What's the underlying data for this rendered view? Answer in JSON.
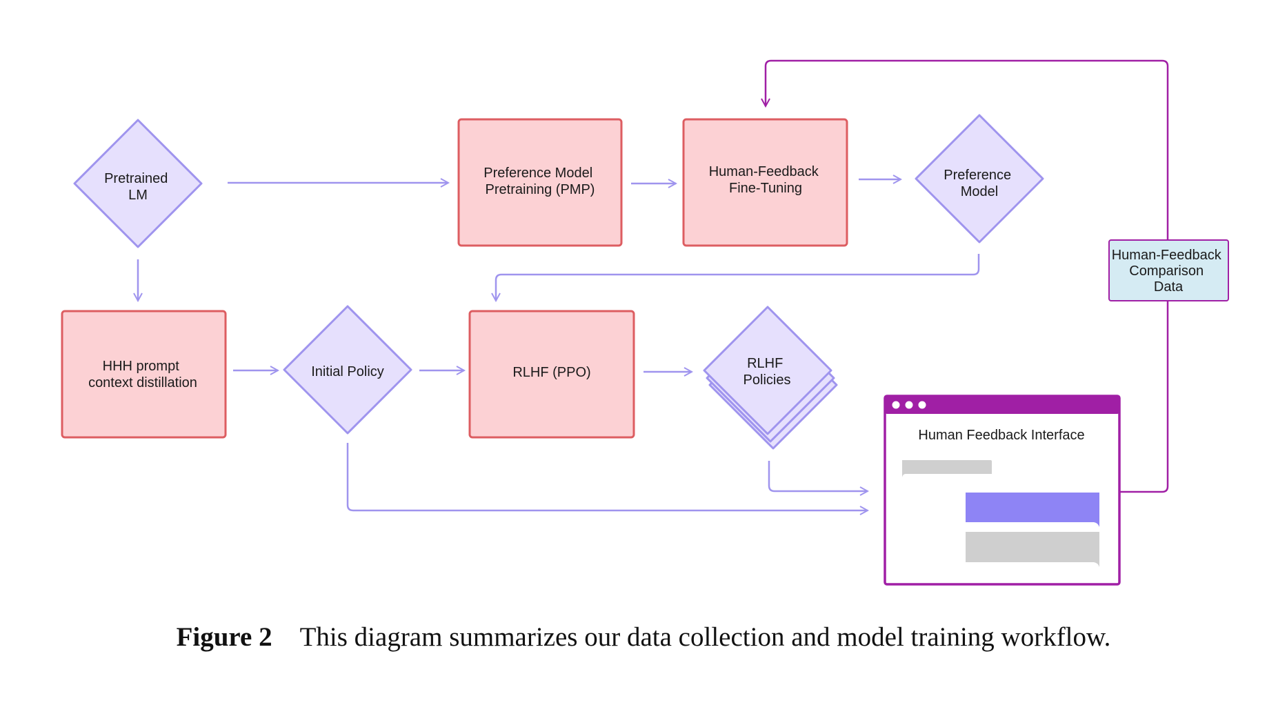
{
  "nodes": {
    "pretrained_lm": [
      "Pretrained",
      "LM"
    ],
    "pmp": [
      "Preference Model",
      "Pretraining (PMP)"
    ],
    "hf_finetuning": [
      "Human-Feedback",
      "Fine-Tuning"
    ],
    "preference_model": [
      "Preference",
      "Model"
    ],
    "hhh_distillation": [
      "HHH prompt",
      "context distillation"
    ],
    "initial_policy": [
      "Initial Policy"
    ],
    "rlhf_ppo": [
      "RLHF (PPO)"
    ],
    "rlhf_policies": [
      "RLHF",
      "Policies"
    ],
    "hf_comparison_data": [
      "Human-Feedback",
      "Comparison",
      "Data"
    ]
  },
  "interface": {
    "title": "Human Feedback Interface"
  },
  "caption": {
    "label": "Figure 2",
    "text": "This diagram summarizes our data collection and model training workflow."
  },
  "colors": {
    "model_fill": "#e6e0fd",
    "model_stroke": "#9f94ee",
    "process_fill": "#fcd1d4",
    "process_stroke": "#dd5d61",
    "arrow": "#9f94ee",
    "feedback_line": "#a01fa5",
    "data_fill": "#d5ebf3",
    "window_bar": "#a01fa5",
    "bubble_purple": "#8e84f5",
    "bubble_gray": "#cfcfcf"
  }
}
